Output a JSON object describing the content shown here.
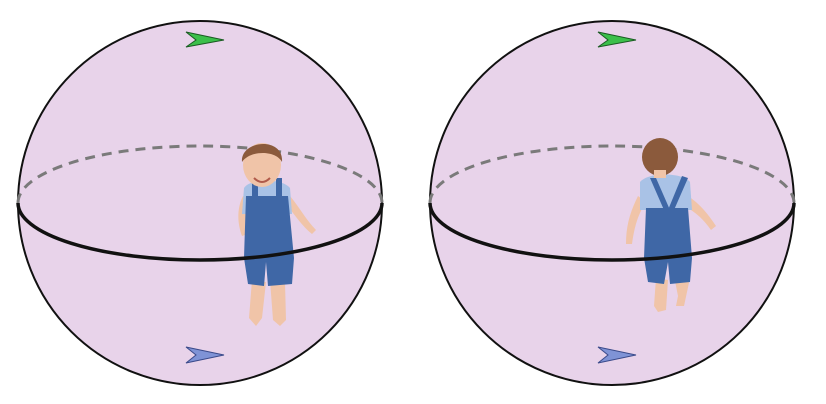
{
  "diagram": {
    "spheres": [
      {
        "id": "left",
        "child_view": "front",
        "top_marker_icon": "green-arrowhead-icon",
        "bottom_marker_icon": "blue-arrowhead-icon"
      },
      {
        "id": "right",
        "child_view": "back",
        "top_marker_icon": "green-arrowhead-icon",
        "bottom_marker_icon": "blue-arrowhead-icon"
      }
    ],
    "colors": {
      "sphere_fill": "#e8d3ea",
      "sphere_outline": "#111111",
      "equator_back": "#7a7a7a",
      "equator_front": "#111111",
      "top_marker": "#3bbf4a",
      "bottom_marker": "#7f93d6",
      "overalls": "#3f67a6",
      "shirt": "#a9c2e6",
      "skin": "#f0c4a8",
      "hair": "#8b5a3c"
    }
  }
}
